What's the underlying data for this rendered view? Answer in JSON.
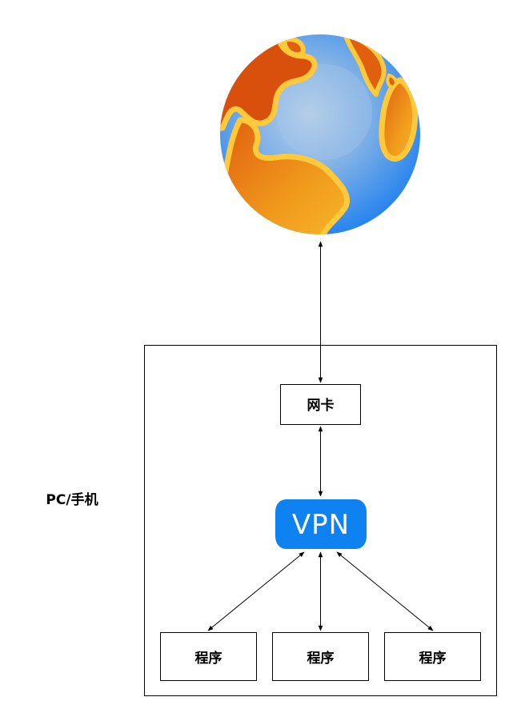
{
  "device": {
    "label": "PC/手机"
  },
  "network_card": {
    "label": "网卡"
  },
  "vpn": {
    "label": "VPN",
    "color": "#0d82f0"
  },
  "programs": [
    {
      "label": "程序"
    },
    {
      "label": "程序"
    },
    {
      "label": "程序"
    }
  ],
  "globe": {
    "ocean_color": "#3d8ee6",
    "land_color": "#f5a623",
    "coast_color": "#ffc93c",
    "land_shadow_color": "#d9500c"
  },
  "colors": {
    "box_border": "#000000",
    "arrow": "#000000"
  }
}
